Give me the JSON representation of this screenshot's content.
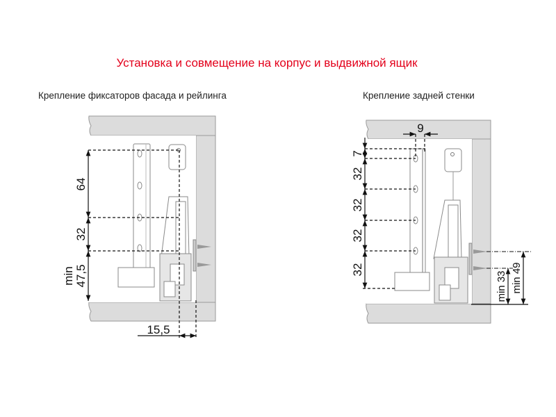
{
  "title": "Установка и совмещение на корпус и выдвижной ящик",
  "left_panel": {
    "caption": "Крепление фиксаторов фасада и рейлинга",
    "dimensions": {
      "d1": "64",
      "d2": "32",
      "d3_line1": "min",
      "d3_line2": "47,5",
      "horizontal": "15,5"
    }
  },
  "right_panel": {
    "caption": "Крепление задней стенки",
    "dimensions": {
      "top": "9",
      "d1": "7",
      "d2": "32",
      "d3": "32",
      "d4": "32",
      "d5": "32",
      "min33": "min 33",
      "min49": "min 49"
    }
  },
  "colors": {
    "title": "#e3001b",
    "panel": "#dcdcdc"
  }
}
